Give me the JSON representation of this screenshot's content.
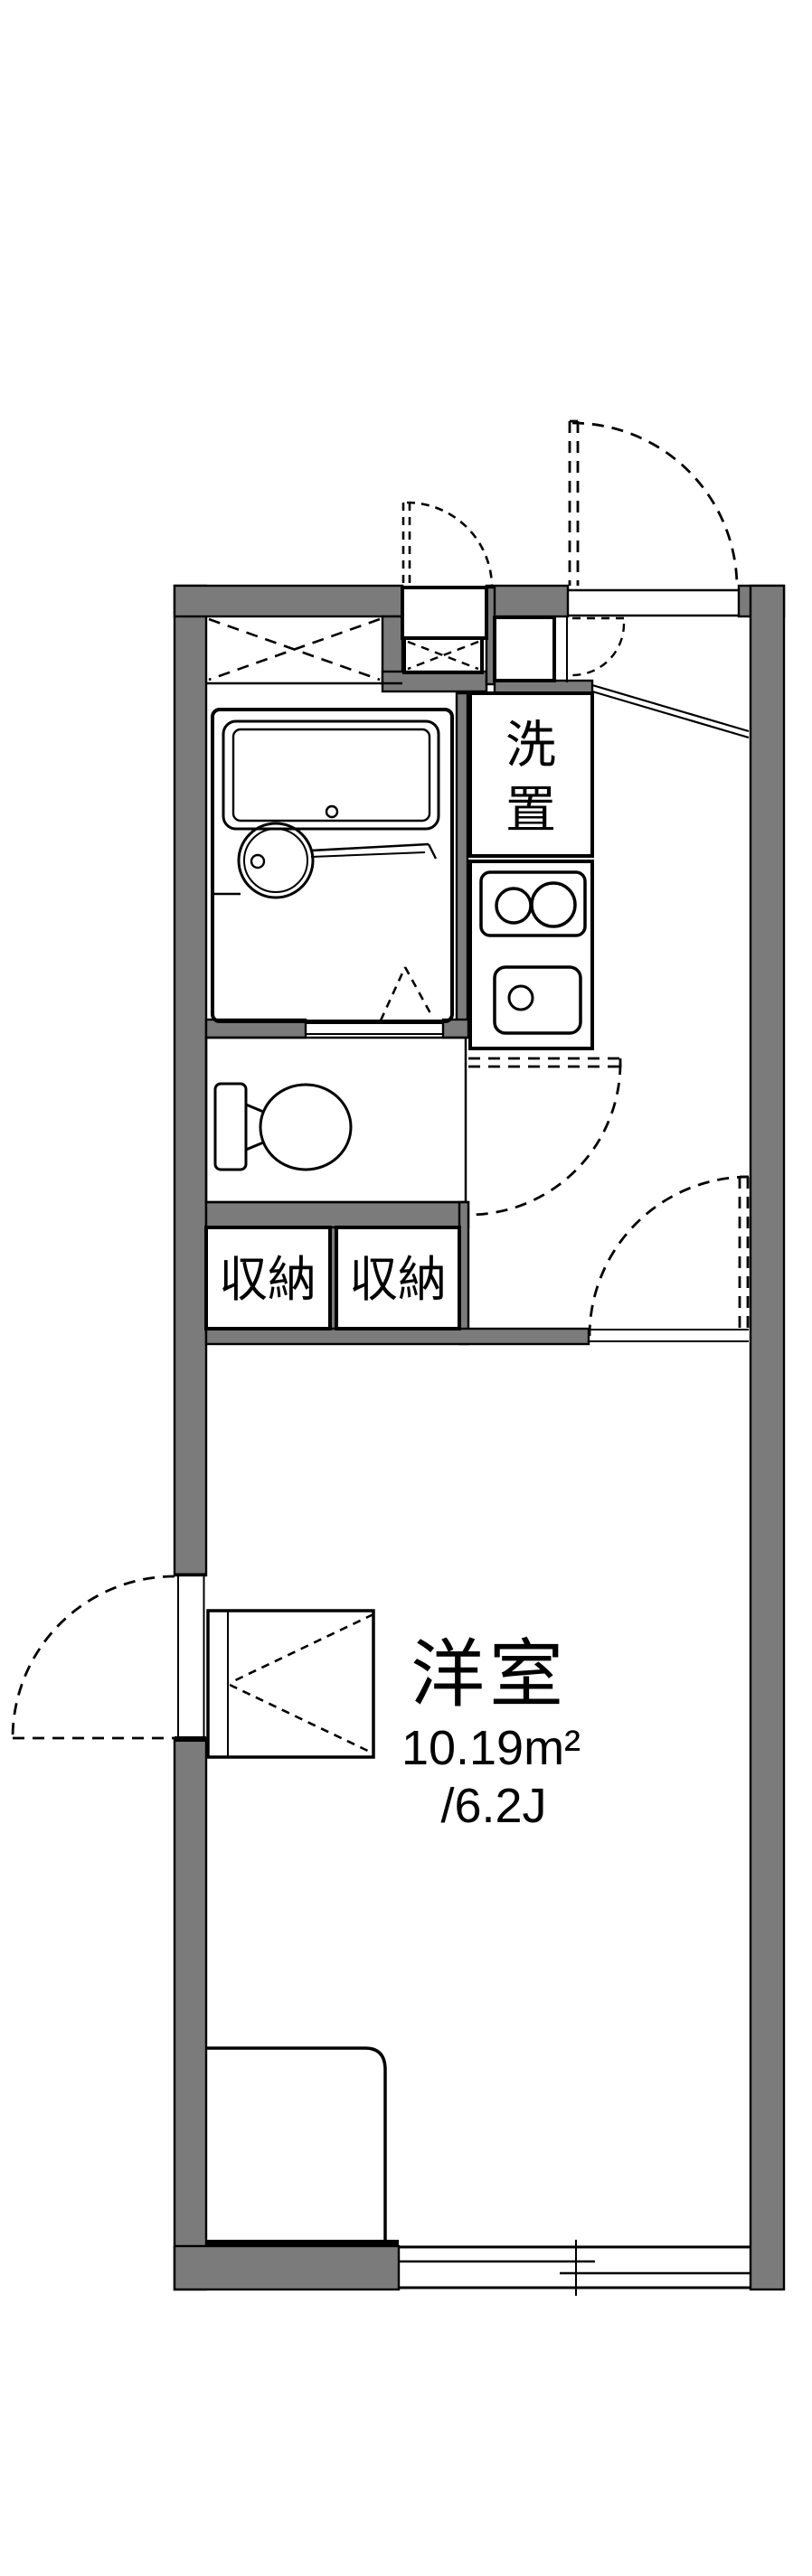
{
  "floorplan": {
    "type": "apartment-floor-plan",
    "labels": {
      "laundry_char1": "洗",
      "laundry_char2": "置",
      "storage_left": "収納",
      "storage_right": "収納",
      "room_name": "洋室",
      "room_area_m2": "10.19m²",
      "room_area_tatami": "/6.2J"
    },
    "colors": {
      "wall": "#7b7b7b",
      "room_fill": "#dde7f7",
      "storage_fill": "#fcf2d8",
      "line": "#000000",
      "background": "#ffffff"
    }
  }
}
